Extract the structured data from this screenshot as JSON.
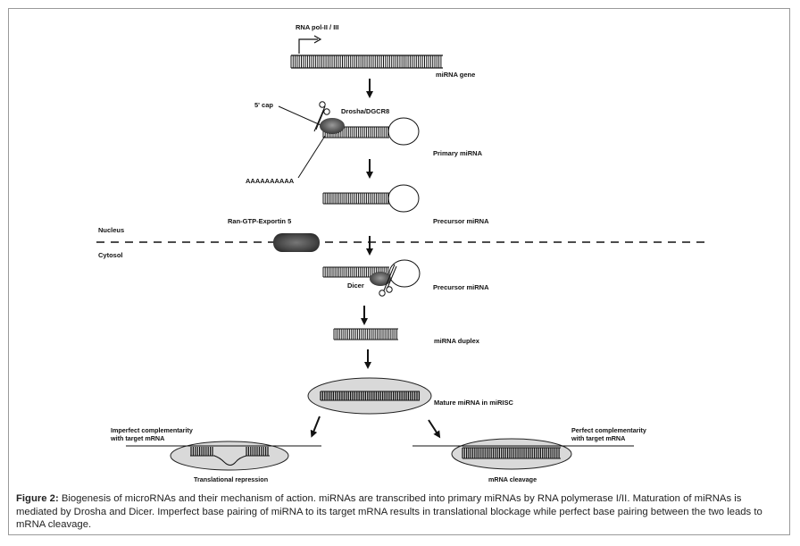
{
  "labels": {
    "rna_pol": "RNA pol-II / III",
    "mirna_gene": "miRNA gene",
    "five_cap": "5' cap",
    "drosha": "Drosha/DGCR8",
    "primary": "Primary miRNA",
    "polya": "AAAAAAAAAA",
    "precursor_nuc": "Precursor miRNA",
    "ran": "Ran-GTP-Exportin 5",
    "nucleus": "Nucleus",
    "cytosol": "Cytosol",
    "dicer": "Dicer",
    "precursor_cyt": "Precursor miRNA",
    "duplex": "miRNA duplex",
    "mature": "Mature miRNA in miRISC",
    "imperfect_1": "Imperfect complementarity",
    "imperfect_2": "with target mRNA",
    "perfect_1": "Perfect complementarity",
    "perfect_2": "with target mRNA",
    "trans_rep": "Translational repression",
    "cleavage": "mRNA cleavage"
  },
  "caption": {
    "label": "Figure 2:",
    "text": " Biogenesis of microRNAs and their mechanism of action. miRNAs are transcribed into primary miRNAs by RNA polymerase I/II. Maturation of miRNAs is mediated by Drosha and Dicer. Imperfect base pairing of miRNA to its target mRNA results in translational blockage while perfect base pairing between the two leads to mRNA cleavage."
  }
}
